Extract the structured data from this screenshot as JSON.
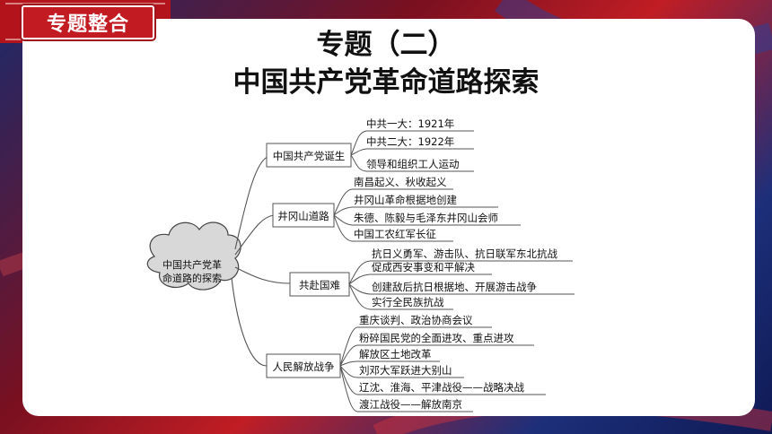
{
  "tag": {
    "label": "专题整合"
  },
  "title": {
    "line1": "专题（二）",
    "line2": "中国共产党革命道路探索"
  },
  "mindmap": {
    "root": {
      "line1": "中国共产党革",
      "line2": "命道路的探索"
    },
    "branches": [
      {
        "label": "中国共产党诞生",
        "items": [
          "中共一大：1921年",
          "中共二大：1922年",
          "领导和组织工人运动"
        ]
      },
      {
        "label": "井冈山道路",
        "items": [
          "南昌起义、秋收起义",
          "井冈山革命根据地创建",
          "朱德、陈毅与毛泽东井冈山会师",
          "中国工农红军长征"
        ]
      },
      {
        "label": "共赴国难",
        "items": [
          "抗日义勇军、游击队、抗日联军东北抗战",
          "促成西安事变和平解决",
          "创建敌后抗日根据地、开展游击战争",
          "实行全民族抗战"
        ]
      },
      {
        "label": "人民解放战争",
        "items": [
          "重庆谈判、政治协商会议",
          "粉碎国民党的全面进攻、重点进攻",
          "解放区土地改革",
          "刘邓大军跃进大别山",
          "辽沈、淮海、平津战役——战略决战",
          "渡江战役——解放南京"
        ]
      }
    ]
  },
  "colors": {
    "tag_red": "#c31b22",
    "line_gray": "#555555"
  }
}
